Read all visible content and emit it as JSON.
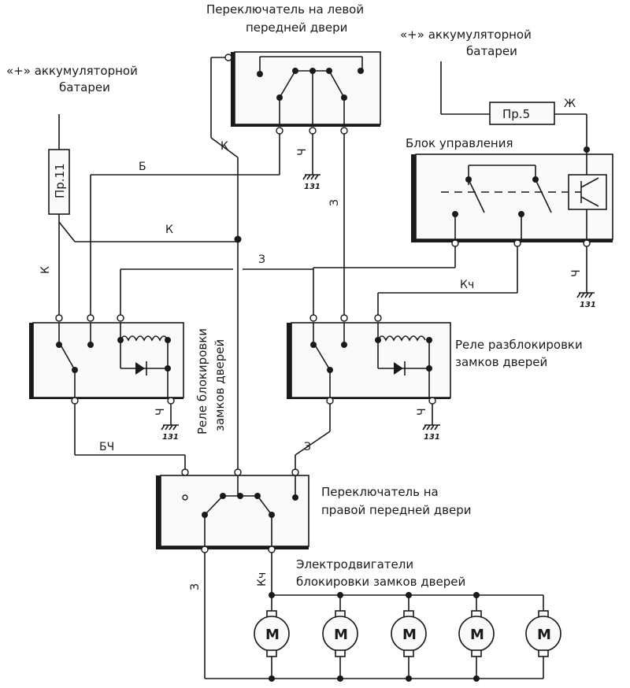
{
  "labels": {
    "battery_left": [
      "«+» аккумуляторной",
      "батареи"
    ],
    "battery_right": [
      "«+» аккумуляторной",
      "батареи"
    ],
    "left_switch": [
      "Переключатель на левой",
      "передней двери"
    ],
    "control_unit": "Блок управления",
    "lock_relay": [
      "Реле блокировки",
      "замков дверей"
    ],
    "unlock_relay": [
      "Реле разблокировки",
      "замков дверей"
    ],
    "right_switch": [
      "Переключатель на",
      "правой передней двери"
    ],
    "motors": [
      "Электродвигатели",
      "блокировки замков дверей"
    ],
    "fuse_left": "Пр.11",
    "fuse_right": "Пр.5",
    "ground": "131",
    "motor_symbol": "M"
  },
  "wires": {
    "K": "К",
    "B": "Б",
    "Z": "З",
    "Ch": "Ч",
    "Zh": "Ж",
    "Kch": "Кч",
    "BCh": "БЧ"
  },
  "motors_count": 5
}
